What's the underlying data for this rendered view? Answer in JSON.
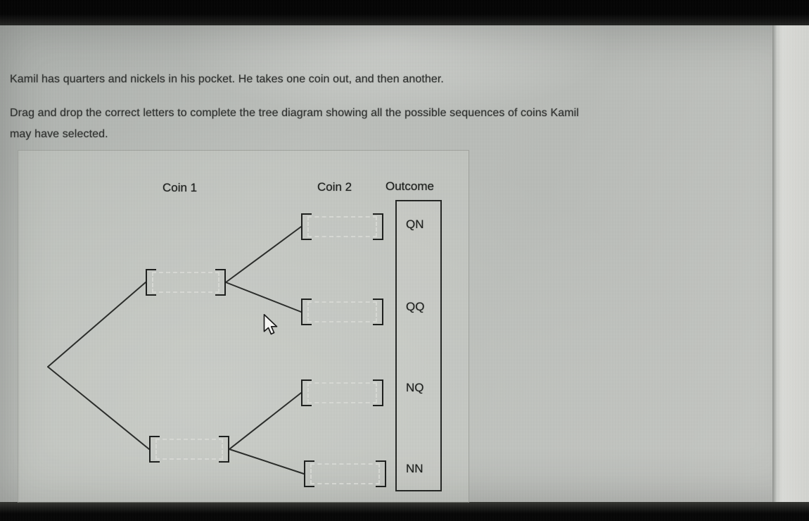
{
  "question": {
    "sentence": "Kamil has quarters and nickels in his pocket. He takes one coin out, and then another.",
    "instruction_lines": [
      "Drag and drop the correct letters to complete the tree diagram showing all the possible sequences of coins Kamil",
      "may have selected."
    ]
  },
  "diagram": {
    "columns": {
      "coin1": "Coin 1",
      "coin2": "Coin 2",
      "outcome": "Outcome"
    },
    "outcomes": [
      "QN",
      "QQ",
      "NQ",
      "NN"
    ],
    "drop_target_count": 6
  },
  "colors": {
    "ink": "#1d1f1d",
    "screen_background": "#bcbfbb",
    "bezel": "#060606",
    "placeholder_dash": "#d7d9d4"
  }
}
